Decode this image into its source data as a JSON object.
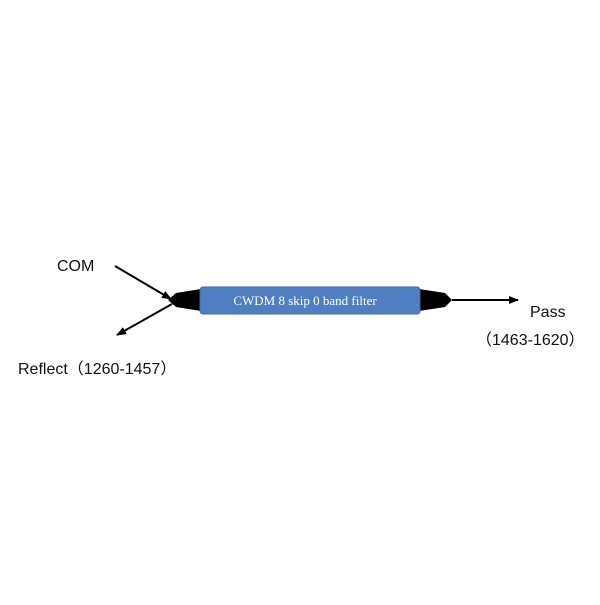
{
  "diagram": {
    "filter": {
      "label": "CWDM 8 skip 0 band filter",
      "color": "#4f7fc0",
      "border_color": "#3d6aa8"
    },
    "ports": {
      "com": {
        "label": "COM"
      },
      "reflect": {
        "label": "Reflect（1260-1457）"
      },
      "pass": {
        "label": "Pass",
        "range": "（1463-1620）"
      }
    },
    "line_color": "#000000"
  }
}
